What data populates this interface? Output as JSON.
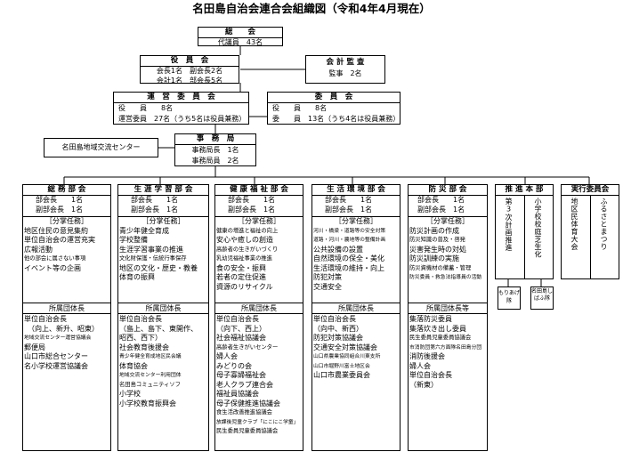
{
  "title": "名田島自治会連合会組織図（令和4年4月現在）",
  "general": {
    "title": "総　　会",
    "line": "代議員　43名"
  },
  "officers": {
    "title": "役　員　会",
    "lines": [
      "会長1名　副会長2名",
      "会計1名　部会長5名"
    ]
  },
  "audit": {
    "title": "会 計 監 査",
    "line": "監事　2名"
  },
  "steering": {
    "title": "運　営　委　員　会",
    "lines": [
      "役　　員　　8名",
      "運営委員　27名（うち5名は役員兼務）"
    ]
  },
  "committee": {
    "title": "委　員　会",
    "lines": [
      "役　　員　　8名",
      "委　　員　13名（うち4名は役員兼務）"
    ]
  },
  "exchange_center": "名田島地域交流センター",
  "secretariat": {
    "title": "事　務　局",
    "lines": [
      "事務局長　1名",
      "事務局員　2名"
    ]
  },
  "departments": [
    {
      "title": "総 務 部 会",
      "members": [
        "部会長　　1名",
        "副部会長　1名"
      ],
      "duty_title": "［分掌任務］",
      "duties": [
        "地区住民の意見集約",
        "単位自治会の運営充実",
        "広報活動",
        "他の部会に属さない事項",
        "イベント等の企画"
      ],
      "group_title": "所属団体長",
      "groups": [
        "単位自治会長",
        "　（向上、新升、昭東）",
        "地域交流センター運営協議会",
        "郵便局",
        "山口市総合センター",
        "名小学校運営協議会"
      ]
    },
    {
      "title": "生 涯 学 習 部 会",
      "members": [
        "部会長　　1名",
        "副部会長　1名"
      ],
      "duty_title": "［分掌任務］",
      "duties": [
        "青少年健全育成",
        "学校整備",
        "生涯学習事業の推進",
        "文化財保護・伝統行事保存",
        "地区の文化・歴史・教養",
        "体育の振興"
      ],
      "group_title": "所属団体長",
      "groups": [
        "単位自治会長",
        "（島上、島下、東開作、",
        "昭西、西下）",
        "社会教育後援会",
        "青少年健全育成地区民会議",
        "体育協会",
        "地域交流センター利用団体",
        "名田島コミュニティソフ",
        "小学校",
        "小学校教育振興会"
      ]
    },
    {
      "title": "健 康 福 祉 部 会",
      "members": [
        "部会長　　1名",
        "副部会長　1名"
      ],
      "duty_title": "［分掌任務］",
      "duties": [
        "健康の増進と福祉の向上",
        "安心や癒しの創造",
        "高齢者の生きがいづくり",
        "乳幼児福祉事業の推進",
        "食の安全・振興",
        "若者の定住促進",
        "資源のリサイクル"
      ],
      "group_title": "所属団体長",
      "groups": [
        "単位自治会長",
        "（向下、西上）",
        "社会福祉協議会",
        "高齢者生きがいセンター",
        "婦人会",
        "みどりの会",
        "母子寡婦福祉会",
        "老人クラブ連合会",
        "福祉員協議会",
        "母子保健推進協議会",
        "食生活改善推進協議会",
        "放課後児童クラブ「にこにこ学童」",
        "民生委員児童委員協議会"
      ]
    },
    {
      "title": "生 活 環 境 部 会",
      "members": [
        "部会長　　1名",
        "副部会長　1名"
      ],
      "duty_title": "［分掌任務］",
      "duties": [
        "河川・橋梁・道路等の安全対策",
        "道路・河川・農地等の整備計画",
        "公共設備の設置",
        "自然環境の保全・美化",
        "生活環境の維持・向上",
        "防犯対策",
        "交通安全"
      ],
      "group_title": "所属団体長",
      "groups": [
        "単位自治会長",
        "（向中、新西）",
        "防犯対策協議会",
        "交通安全対策協議会",
        "山口県農業協同組合川東支所",
        "山口市堀野川富士地区会",
        "山口市農業委員会"
      ]
    },
    {
      "title": "防 災 部 会",
      "members": [
        "部会長　　1名",
        "副部会長　1名"
      ],
      "duty_title": "［分掌任務］",
      "duties": [
        "防災計画の作成",
        "防災知識の普及・啓発",
        "災害発生時の対処",
        "防災訓練の実施",
        "防災資機材の備蓄・管理",
        "防災委員・救急法指導員の活動"
      ],
      "group_title": "所属団体長等",
      "groups": [
        "集落防災委員",
        "集落炊き出し委員",
        "民生委員児童委員協議会",
        "市消防団第六方面隊名田島分団",
        "消防後援会",
        "婦人会",
        "単位自治会長",
        "（新東）"
      ]
    }
  ],
  "promotion": {
    "title": "推 進 本 部",
    "col1": "第3次計画推進",
    "col2": "小学校校庭芝生化",
    "sub1": "もりあげ隊",
    "sub2": "名田島しばふ隊"
  },
  "executive": {
    "title": "実行委員会",
    "col1": "地区民体育大会",
    "col2": "ふるさとまつり"
  }
}
